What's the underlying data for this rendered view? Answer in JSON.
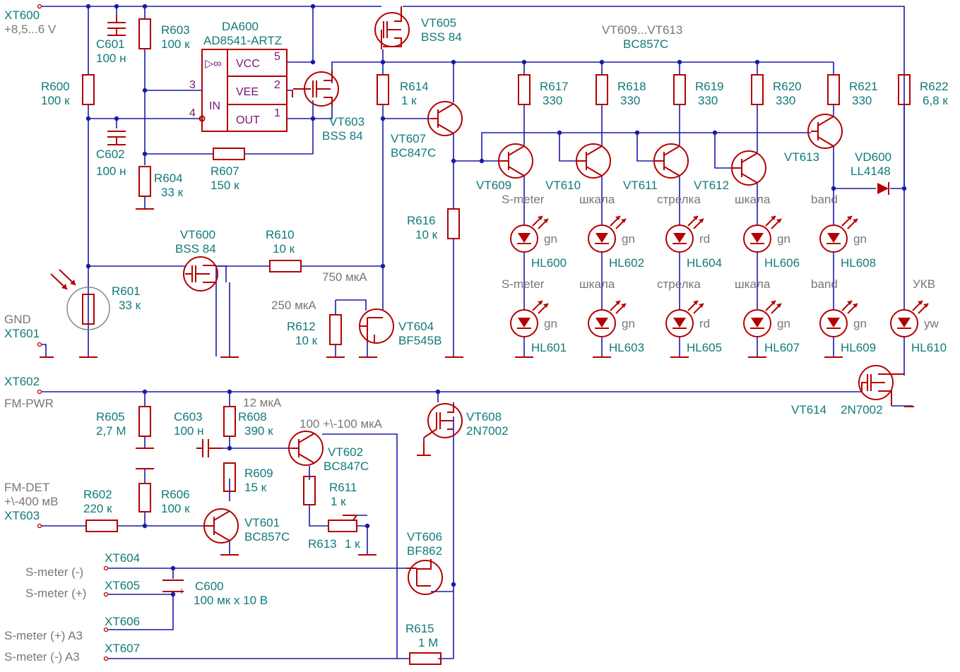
{
  "connectors": [
    {
      "ref": "XT600",
      "label": "+8,5...6 V"
    },
    {
      "ref": "XT601",
      "label": "GND"
    },
    {
      "ref": "XT602",
      "label": "FM-PWR"
    },
    {
      "ref": "XT603",
      "label_lines": [
        "FM-DET",
        "+\\-400 мВ"
      ]
    },
    {
      "ref": "XT604",
      "label": "S-meter (-)"
    },
    {
      "ref": "XT605",
      "label": "S-meter (+)"
    },
    {
      "ref": "XT606",
      "label": "S-meter (+) A3"
    },
    {
      "ref": "XT607",
      "label": "S-meter (-) A3"
    }
  ],
  "resistors": [
    {
      "ref": "R600",
      "value": "100 к"
    },
    {
      "ref": "R601",
      "value": "33 к"
    },
    {
      "ref": "R602",
      "value": "220 к"
    },
    {
      "ref": "R603",
      "value": "100 к"
    },
    {
      "ref": "R604",
      "value": "33 к"
    },
    {
      "ref": "R605",
      "value": "2,7 M"
    },
    {
      "ref": "R606",
      "value": "100 к"
    },
    {
      "ref": "R607",
      "value": "150 к"
    },
    {
      "ref": "R608",
      "value": "390 к"
    },
    {
      "ref": "R609",
      "value": "15 к"
    },
    {
      "ref": "R610",
      "value": "10 к"
    },
    {
      "ref": "R611",
      "value": "1 к"
    },
    {
      "ref": "R612",
      "value": "10 к"
    },
    {
      "ref": "R613",
      "value": "1 к"
    },
    {
      "ref": "R614",
      "value": "1 к"
    },
    {
      "ref": "R615",
      "value": "1 M"
    },
    {
      "ref": "R616",
      "value": "10 к"
    },
    {
      "ref": "R617",
      "value": "330"
    },
    {
      "ref": "R618",
      "value": "330"
    },
    {
      "ref": "R619",
      "value": "330"
    },
    {
      "ref": "R620",
      "value": "330"
    },
    {
      "ref": "R621",
      "value": "330"
    },
    {
      "ref": "R622",
      "value": "6,8 к"
    }
  ],
  "capacitors": [
    {
      "ref": "C600",
      "value": "100 мк x 10 В"
    },
    {
      "ref": "C601",
      "value": "100 н"
    },
    {
      "ref": "C602",
      "value": "100 н"
    },
    {
      "ref": "C603",
      "value": "100 н"
    }
  ],
  "ic": {
    "ref": "DA600",
    "part": "AD8541-ARTZ",
    "pins": {
      "vcc": "VCC",
      "vee": "VEE",
      "in": "IN",
      "out": "OUT",
      "p1": "1",
      "p2": "2",
      "p3": "3",
      "p4": "4",
      "p5": "5"
    },
    "symbol": "▷∞"
  },
  "transistors": [
    {
      "ref": "VT600",
      "part": "BSS 84"
    },
    {
      "ref": "VT601",
      "part": "BC857C"
    },
    {
      "ref": "VT602",
      "part": "BC847C"
    },
    {
      "ref": "VT603",
      "part": "BSS 84"
    },
    {
      "ref": "VT604",
      "part": "BF545B"
    },
    {
      "ref": "VT605",
      "part": "BSS 84"
    },
    {
      "ref": "VT606",
      "part": "BF862"
    },
    {
      "ref": "VT607",
      "part": "BC847C"
    },
    {
      "ref": "VT608",
      "part": "2N7002"
    },
    {
      "ref": "VT609"
    },
    {
      "ref": "VT610"
    },
    {
      "ref": "VT611"
    },
    {
      "ref": "VT612"
    },
    {
      "ref": "VT613"
    },
    {
      "ref": "VT614",
      "part": "2N7002"
    }
  ],
  "group_label": {
    "range": "VT609...VT613",
    "part": "BC857C"
  },
  "diode": {
    "ref": "VD600",
    "part": "LL4148"
  },
  "leds": [
    {
      "ref": "HL600",
      "label": "S-meter",
      "color": "gn"
    },
    {
      "ref": "HL601",
      "label": "S-meter",
      "color": "gn"
    },
    {
      "ref": "HL602",
      "label": "шкала",
      "color": "gn"
    },
    {
      "ref": "HL603",
      "label": "шкала",
      "color": "gn"
    },
    {
      "ref": "HL604",
      "label": "стрелка",
      "color": "rd"
    },
    {
      "ref": "HL605",
      "label": "стрелка",
      "color": "rd"
    },
    {
      "ref": "HL606",
      "label": "шкала",
      "color": "gn"
    },
    {
      "ref": "HL607",
      "label": "шкала",
      "color": "gn"
    },
    {
      "ref": "HL608",
      "label": "band",
      "color": "gn"
    },
    {
      "ref": "HL609",
      "label": "band",
      "color": "gn"
    },
    {
      "ref": "HL610",
      "label": "УКВ",
      "color": "yw"
    }
  ],
  "currents": [
    "750 мкА",
    "250 мкА",
    "12 мкА",
    "100 +\\-100 мкА"
  ],
  "colors": {
    "wire": "#1a1aa8",
    "component": "#b40000",
    "reference": "#117a7a",
    "annotation": "#777777",
    "pin": "#7a117a"
  }
}
